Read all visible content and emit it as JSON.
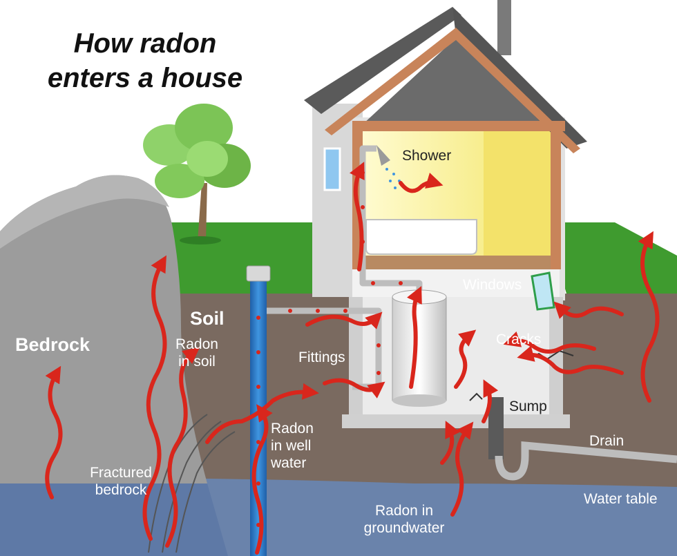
{
  "title": "How radon\nenters a house",
  "labels": {
    "bedrock": "Bedrock",
    "soil": "Soil",
    "radon_in_soil": "Radon\nin soil",
    "fractured_bedrock": "Fractured\nbedrock",
    "radon_in_well_water": "Radon\nin well\nwater",
    "fittings": "Fittings",
    "shower": "Shower",
    "windows": "Windows",
    "cracks": "Cracks",
    "sump": "Sump",
    "drain": "Drain",
    "water_table": "Water table",
    "radon_in_groundwater": "Radon in\ngroundwater"
  },
  "colors": {
    "sky": "#ffffff",
    "grass": "#3f9b2f",
    "soil": "#7a6a60",
    "groundwater": "#6a83ab",
    "bedrock": "#9c9c9c",
    "well_pipe": "#2f7fcf",
    "radon_arrow": "#d9261c",
    "roof": "#5a5a5a",
    "room_light": "#fbf6b0"
  }
}
